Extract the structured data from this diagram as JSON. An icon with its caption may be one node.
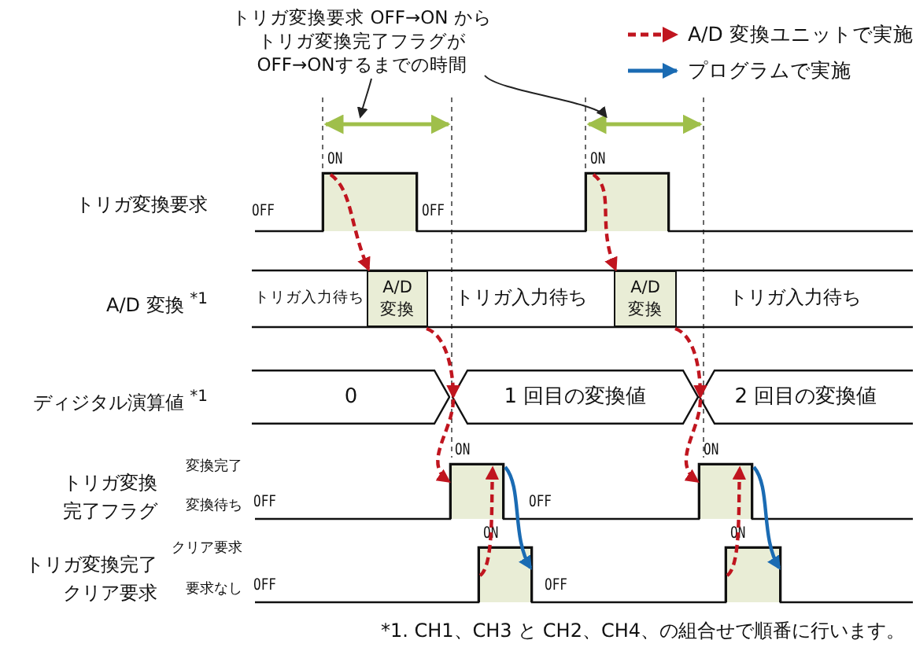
{
  "diagram": {
    "nodes": [
      {
        "text": [
          "トリガ変換要求 OFF→ON からトリガ変換完了フラグが OFF→ONするまでの時間"
        ]
      },
      {
        "text": [],
        "shape": "box",
        "beside": [
          "ON"
        ]
      },
      {
        "text": [],
        "shape": "box",
        "beside": [
          "ON"
        ]
      },
      {
        "text": [
          "A/D 変換"
        ]
      },
      {
        "text": [
          "A/D 変換"
        ]
      },
      {
        "text": [
          "0"
        ]
      },
      {
        "text": [
          "1 回目の変換値"
        ]
      },
      {
        "text": [
          "2 回目の変換値"
        ]
      },
      {
        "text": [],
        "shape": "box",
        "beside": [
          "ON"
        ]
      },
      {
        "text": [],
        "shape": "box",
        "beside": [
          "ON"
        ]
      },
      {
        "text": [],
        "shape": "box",
        "beside": [
          "ON"
        ]
      },
      {
        "text": [],
        "shape": "box",
        "beside": [
          "ON"
        ]
      },
      {
        "text": [],
        "shape": "arrow"
      },
      {
        "text": [],
        "shape": "arrow"
      }
    ],
    "edges": [
      {
        "from": 0,
        "to": 12,
        "arrow": "to",
        "color": "#222222"
      },
      {
        "from": 0,
        "to": 13,
        "arrow": "to",
        "color": "#222222"
      },
      {
        "from": 1,
        "to": 3,
        "arrow": "to",
        "style": "dashed"
      },
      {
        "from": 3,
        "to": 6,
        "arrow": "to",
        "style": "dashed"
      },
      {
        "from": 6,
        "to": 8,
        "arrow": "to",
        "style": "dashed"
      },
      {
        "from": 10,
        "to": 8,
        "arrow": "to",
        "style": "dashed"
      },
      {
        "from": 8,
        "to": 10,
        "arrow": "to",
        "color": "#1a6bb3"
      },
      {
        "from": 2,
        "to": 4,
        "arrow": "to",
        "style": "dashed"
      },
      {
        "from": 4,
        "to": 7,
        "arrow": "to",
        "style": "dashed"
      },
      {
        "from": 7,
        "to": 9,
        "arrow": "to",
        "style": "dashed"
      },
      {
        "from": 11,
        "to": 9,
        "arrow": "to",
        "style": "dashed"
      },
      {
        "from": 9,
        "to": 11,
        "arrow": "to",
        "color": "#1a6bb3"
      }
    ],
    "labels": [
      "トリガ変換要求",
      "OFF",
      "OFF",
      "A/D 変換 $^{*1}$",
      "トリガ入力待ち",
      "トリガ入力待ち",
      "トリガ入力待ち",
      "ディジタル演算値 $^{*1}$",
      "トリガ変換完了フラグ",
      "変換完了",
      "変換待ち",
      "OFF",
      "OFF",
      "トリガ変換完了クリア要求",
      "クリア要求",
      "要求なし",
      "OFF",
      "OFF",
      "*1. CH1、CH3 と CH2、CH4、の組合せで順番に行います。"
    ],
    "legend": [
      {
        "text": "A/D 変換ユニットで実施"
      },
      {
        "text": "プログラムで実施"
      }
    ]
  }
}
